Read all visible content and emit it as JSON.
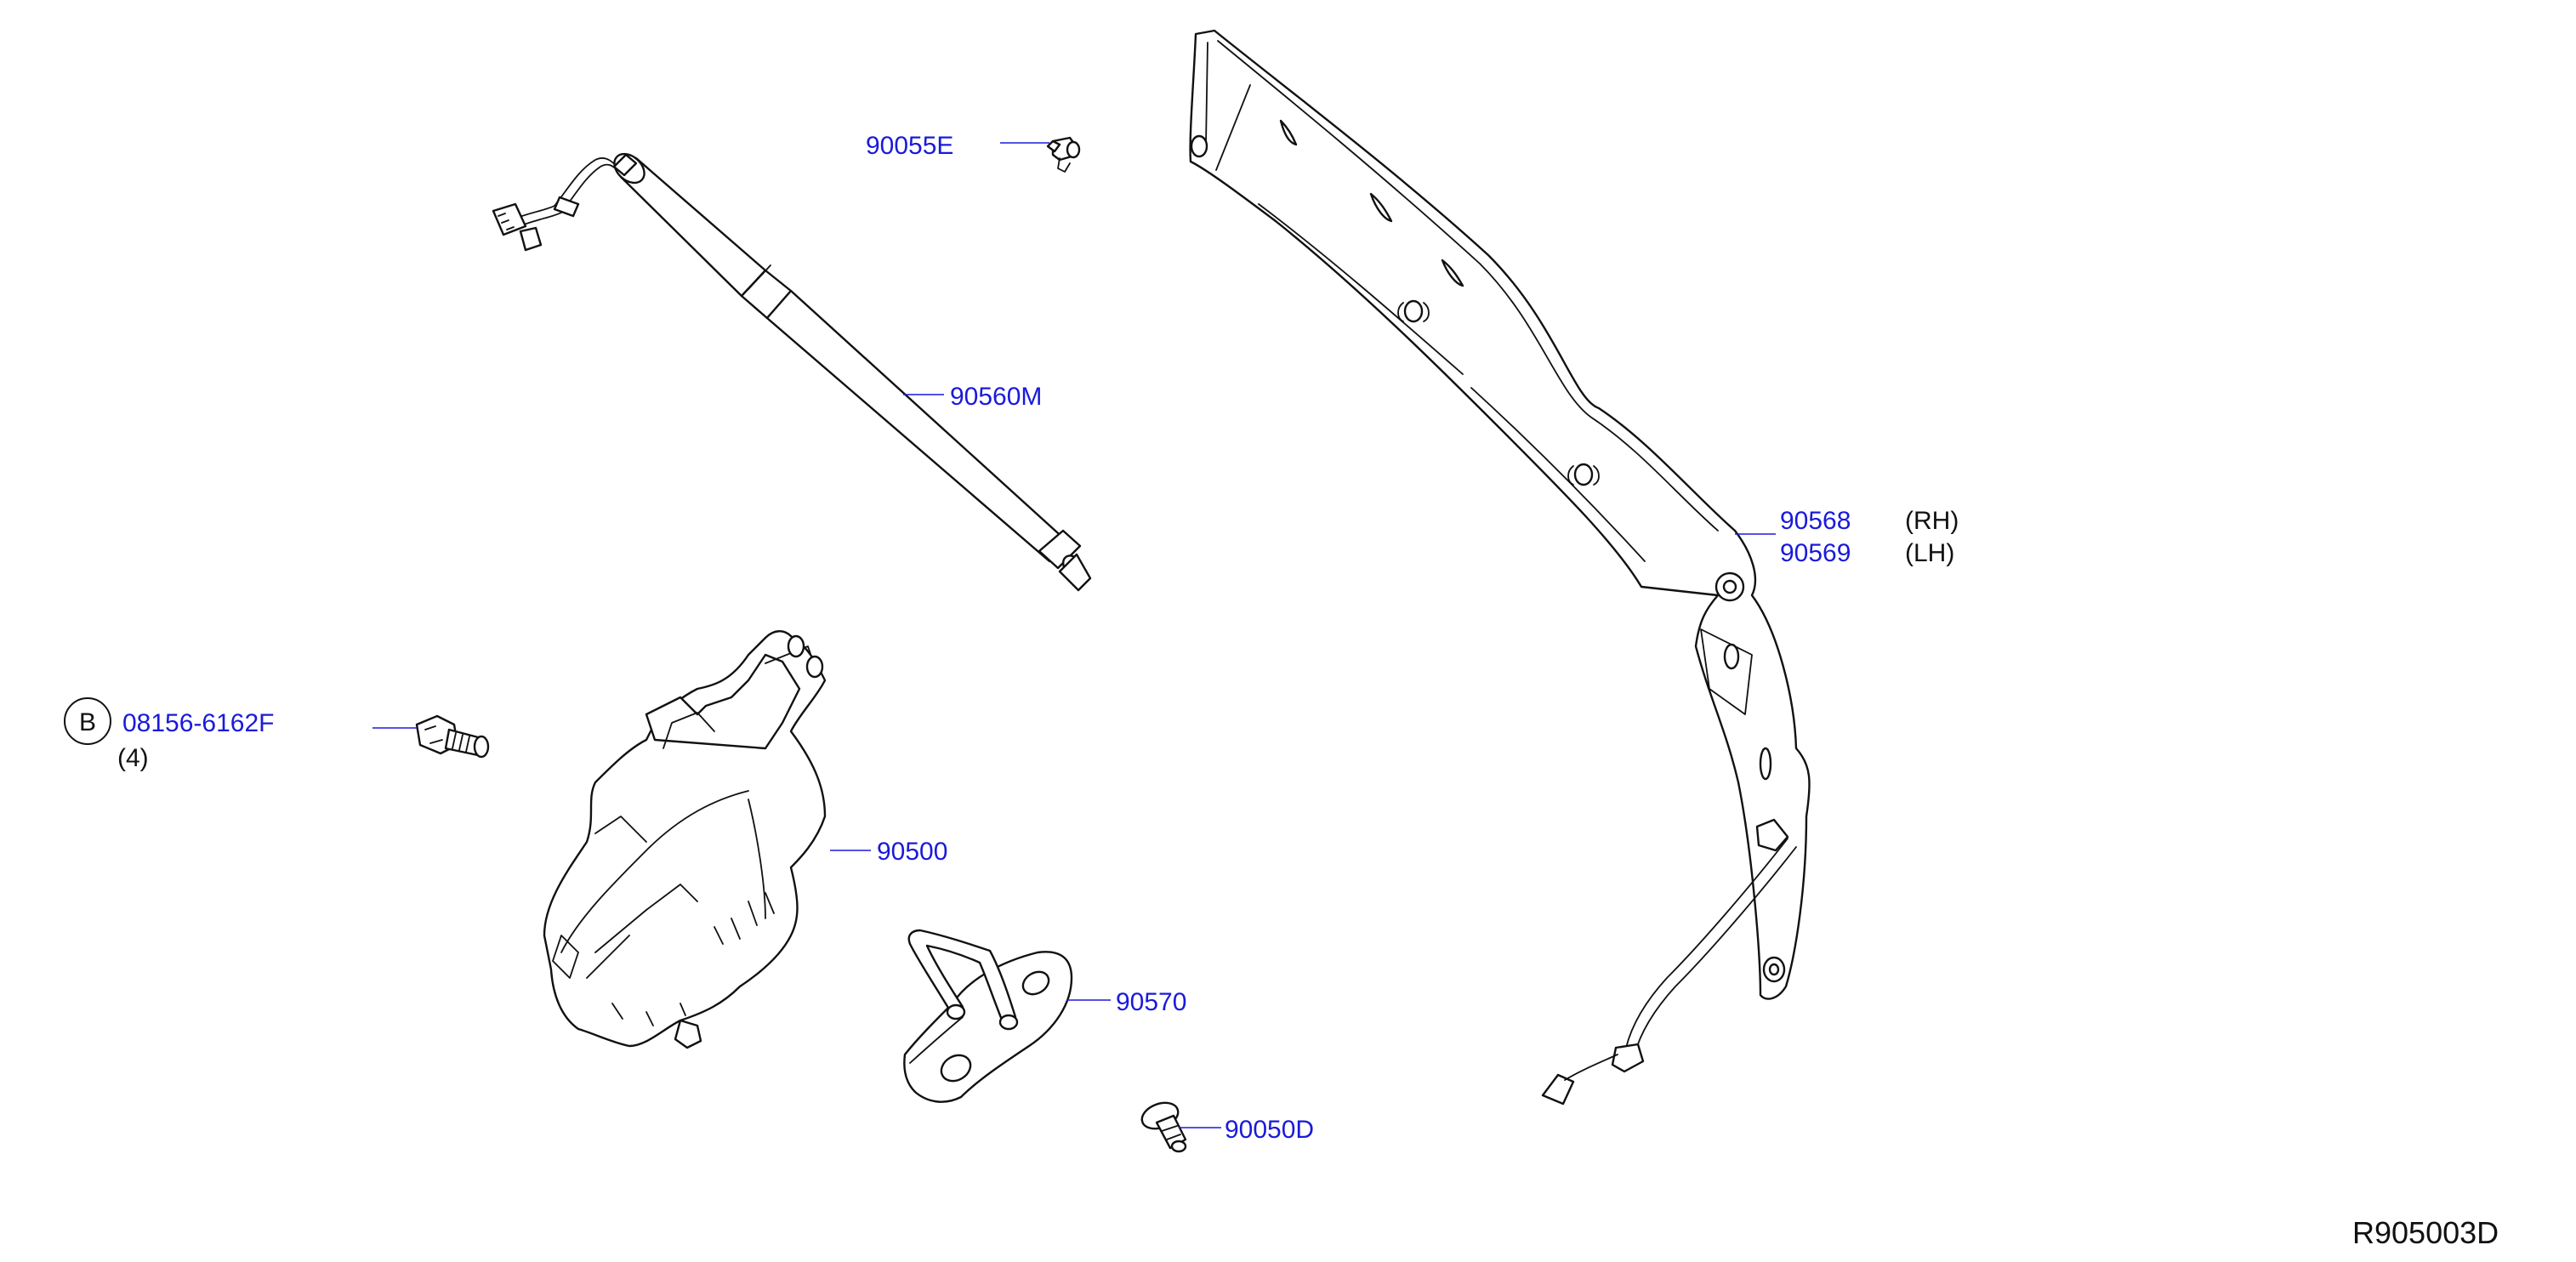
{
  "diagram": {
    "parts": [
      {
        "number": "90055E"
      },
      {
        "number": "90560M"
      },
      {
        "number": "90568",
        "side": "(RH)"
      },
      {
        "number": "90569",
        "side": "(LH)"
      },
      {
        "number": "08156-6162F",
        "badge": "B",
        "qty": "(4)"
      },
      {
        "number": "90500"
      },
      {
        "number": "90570"
      },
      {
        "number": "90050D"
      }
    ],
    "reference": "R905003D"
  },
  "colors": {
    "callout": "#1a1adb",
    "line": "#111111",
    "background": "#ffffff"
  }
}
